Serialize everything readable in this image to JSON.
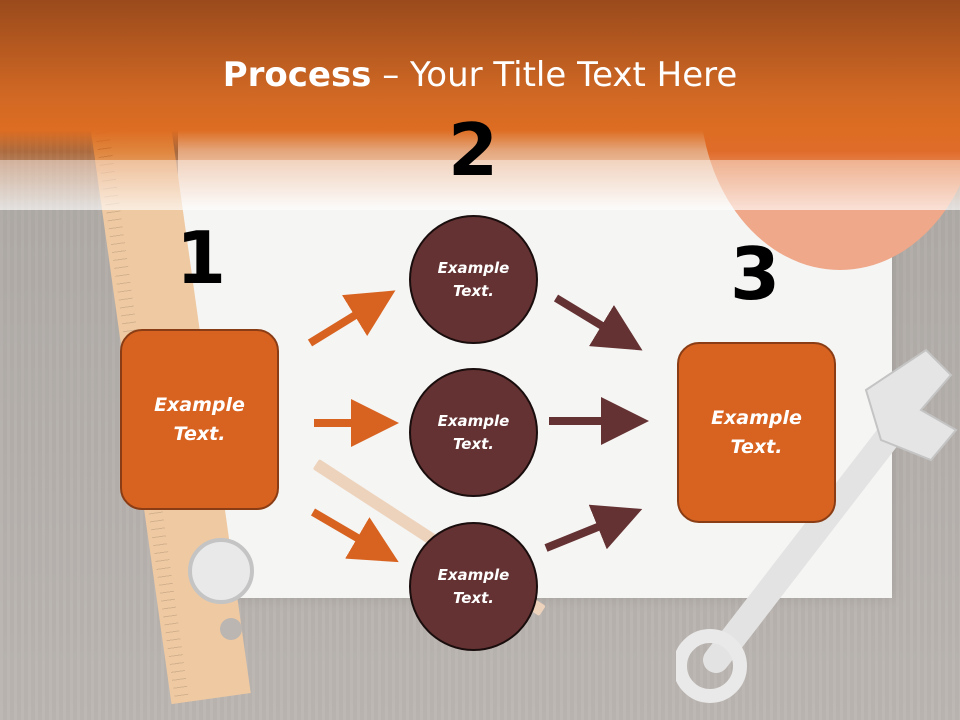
{
  "title": {
    "bold": "Process",
    "rest": " – Your Title Text Here"
  },
  "steps": [
    {
      "number": "1",
      "text": "Example\nText."
    },
    {
      "number": "2",
      "items": [
        "Example\nText.",
        "Example\nText.",
        "Example\nText."
      ]
    },
    {
      "number": "3",
      "text": "Example\nText."
    }
  ],
  "colors": {
    "orange": "#d86320",
    "maroon": "#643232",
    "header": "#d06824"
  }
}
